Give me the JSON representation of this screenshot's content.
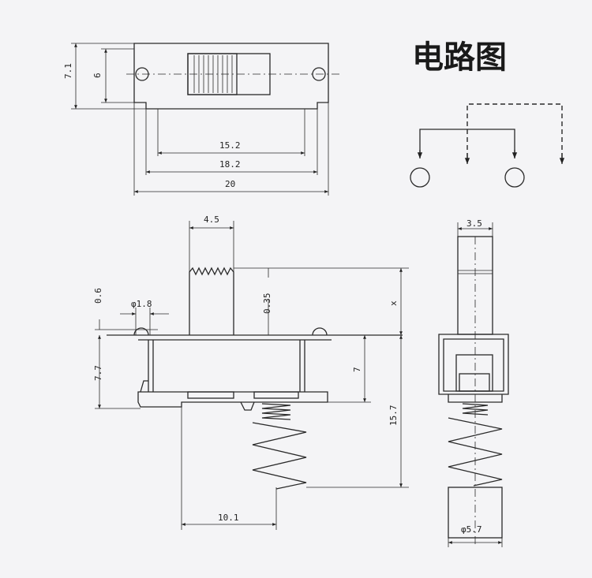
{
  "title": "电路图",
  "dims": {
    "height_7_1": "7.1",
    "height_6": "6",
    "w_15_2": "15.2",
    "w_18_2": "18.2",
    "w_20": "20",
    "w_4_5": "4.5",
    "w_3_5": "3.5",
    "d_0_6": "0.6",
    "dia_1_8": "φ1.8",
    "d_0_35": "0.35",
    "d_x": "x",
    "d_7_7": "7.7",
    "d_7": "7",
    "d_15_7": "15.7",
    "w_10_1": "10.1",
    "dia_5_7": "φ5.7"
  }
}
